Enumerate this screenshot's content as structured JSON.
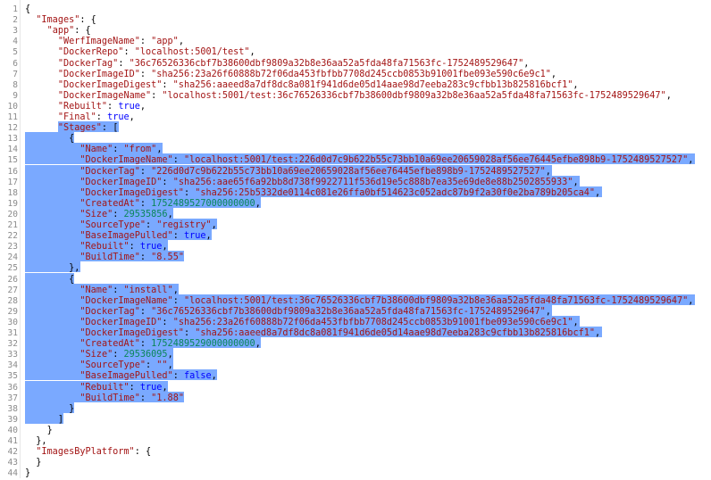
{
  "lines": [
    {
      "n": "1",
      "t": "{"
    },
    {
      "n": "2",
      "t": "  \"Images\": {"
    },
    {
      "n": "3",
      "t": "    \"app\": {"
    },
    {
      "n": "4",
      "t": "      \"WerfImageName\": \"app\","
    },
    {
      "n": "5",
      "t": "      \"DockerRepo\": \"localhost:5001/test\","
    },
    {
      "n": "6",
      "t": "      \"DockerTag\": \"36c76526336cbf7b38600dbf9809a32b8e36aa52a5fda48fa71563fc-1752489529647\","
    },
    {
      "n": "7",
      "t": "      \"DockerImageID\": \"sha256:23a26f60888b72f06da453fbfbb7708d245ccb0853b91001fbe093e590c6e9c1\","
    },
    {
      "n": "8",
      "t": "      \"DockerImageDigest\": \"sha256:aaeed8a7df8dc8a081f941d6de05d14aae98d7eeba283c9cfbb13b825816bcf1\","
    },
    {
      "n": "9",
      "t": "      \"DockerImageName\": \"localhost:5001/test:36c76526336cbf7b38600dbf9809a32b8e36aa52a5fda48fa71563fc-1752489529647\","
    },
    {
      "n": "10",
      "t": "      \"Rebuilt\": true,"
    },
    {
      "n": "11",
      "t": "      \"Final\": true,"
    },
    {
      "n": "12",
      "t": "      \"Stages\": ["
    },
    {
      "n": "13",
      "t": "        {"
    },
    {
      "n": "14",
      "t": "          \"Name\": \"from\","
    },
    {
      "n": "15",
      "t": "          \"DockerImageName\": \"localhost:5001/test:226d0d7c9b622b55c73bb10a69ee20659028af56ee76445efbe898b9-1752489527527\","
    },
    {
      "n": "16",
      "t": "          \"DockerTag\": \"226d0d7c9b622b55c73bb10a69ee20659028af56ee76445efbe898b9-1752489527527\","
    },
    {
      "n": "17",
      "t": "          \"DockerImageID\": \"sha256:aae65f6a92bb8d738f9922711f536d19e5c888b7ea35e69de8e88b2502855933\","
    },
    {
      "n": "18",
      "t": "          \"DockerImageDigest\": \"sha256:25b5332de0114c081e26ffa0bf514623c052adc87b9f2a30f0e2ba789b205ca4\","
    },
    {
      "n": "19",
      "t": "          \"CreatedAt\": 1752489527000000000,"
    },
    {
      "n": "20",
      "t": "          \"Size\": 29535856,"
    },
    {
      "n": "21",
      "t": "          \"SourceType\": \"registry\","
    },
    {
      "n": "22",
      "t": "          \"BaseImagePulled\": true,"
    },
    {
      "n": "23",
      "t": "          \"Rebuilt\": true,"
    },
    {
      "n": "24",
      "t": "          \"BuildTime\": \"8.55\""
    },
    {
      "n": "25",
      "t": "        },"
    },
    {
      "n": "26",
      "t": "        {"
    },
    {
      "n": "27",
      "t": "          \"Name\": \"install\","
    },
    {
      "n": "28",
      "t": "          \"DockerImageName\": \"localhost:5001/test:36c76526336cbf7b38600dbf9809a32b8e36aa52a5fda48fa71563fc-1752489529647\","
    },
    {
      "n": "29",
      "t": "          \"DockerTag\": \"36c76526336cbf7b38600dbf9809a32b8e36aa52a5fda48fa71563fc-1752489529647\","
    },
    {
      "n": "30",
      "t": "          \"DockerImageID\": \"sha256:23a26f60888b72f06da453fbfbb7708d245ccb0853b91001fbe093e590c6e9c1\","
    },
    {
      "n": "31",
      "t": "          \"DockerImageDigest\": \"sha256:aaeed8a7df8dc8a081f941d6de05d14aae98d7eeba283c9cfbb13b825816bcf1\","
    },
    {
      "n": "32",
      "t": "          \"CreatedAt\": 1752489529000000000,"
    },
    {
      "n": "33",
      "t": "          \"Size\": 29536095,"
    },
    {
      "n": "34",
      "t": "          \"SourceType\": \"\","
    },
    {
      "n": "35",
      "t": "          \"BaseImagePulled\": false,"
    },
    {
      "n": "36",
      "t": "          \"Rebuilt\": true,"
    },
    {
      "n": "37",
      "t": "          \"BuildTime\": \"1.88\""
    },
    {
      "n": "38",
      "t": "        }"
    },
    {
      "n": "39",
      "t": "      ]"
    },
    {
      "n": "40",
      "t": "    }"
    },
    {
      "n": "41",
      "t": "  },"
    },
    {
      "n": "42",
      "t": "  \"ImagesByPlatform\": {"
    },
    {
      "n": "43",
      "t": "  }"
    },
    {
      "n": "44",
      "t": "}"
    }
  ],
  "selection": {
    "from_line": 12,
    "to_line": 39
  },
  "colors": {
    "key": "#a31515",
    "string": "#a31515",
    "number": "#098658",
    "boolean": "#0000ff",
    "selection": "#7aa9ff"
  }
}
